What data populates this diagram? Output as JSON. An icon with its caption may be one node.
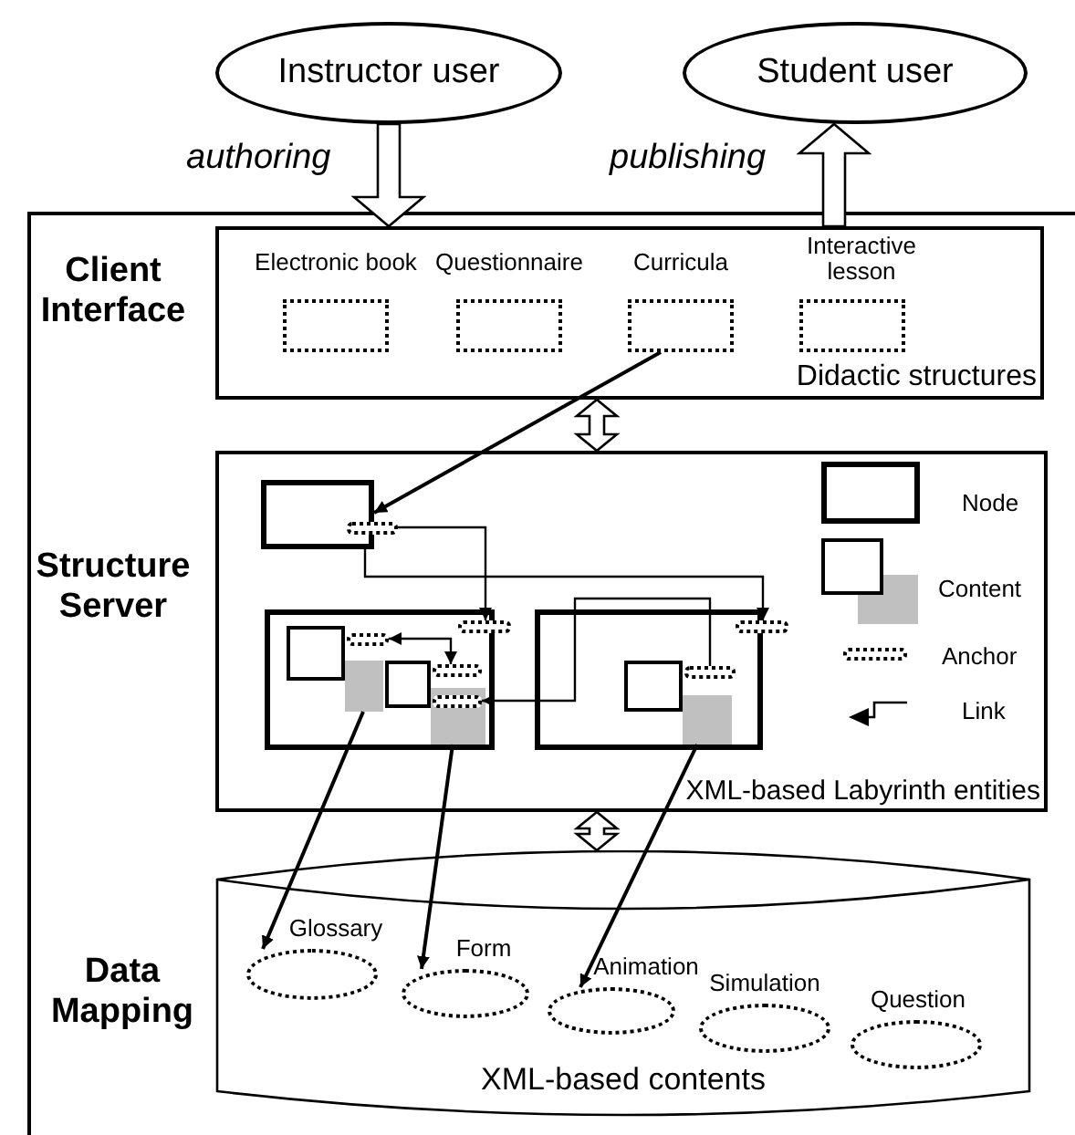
{
  "diagram": {
    "nodes": [
      {
        "text": [
          "Instructor user"
        ]
      },
      {
        "text": [
          "Student user"
        ]
      },
      {
        "text": [
          "Didactic structures"
        ]
      },
      {
        "text": [
          "Electronic book"
        ],
        "in": 2
      },
      {
        "text": [
          "Questionnaire"
        ],
        "in": 2
      },
      {
        "text": [
          "Curricula"
        ],
        "in": 2
      },
      {
        "text": [
          "Interactive lesson"
        ],
        "in": 2
      },
      {
        "text": [
          "XML-based Labyrinth entities"
        ]
      },
      {
        "text": [],
        "shape": "box",
        "in": 7
      },
      {
        "text": [],
        "shape": "box",
        "in": 7
      },
      {
        "text": [],
        "shape": "box",
        "in": 7
      },
      {
        "text": [],
        "shape": "box",
        "in": 10
      },
      {
        "text": [],
        "shape": "box",
        "in": 10
      },
      {
        "text": [],
        "shape": "box",
        "in": 10
      },
      {
        "text": [],
        "shape": "box",
        "in": 10
      },
      {
        "text": [],
        "shape": "box",
        "in": 10
      },
      {
        "text": [],
        "shape": "box",
        "in": 10
      },
      {
        "text": [],
        "shape": "box",
        "in": 15
      },
      {
        "text": [],
        "shape": "box",
        "in": 7
      },
      {
        "text": [],
        "shape": "box",
        "in": 7
      },
      {
        "text": [],
        "shape": "box",
        "in": 19
      },
      {
        "text": [],
        "shape": "box",
        "in": 19
      },
      {
        "text": [],
        "shape": "box",
        "in": 19
      },
      {
        "text": [],
        "shape": "box",
        "in": 7
      },
      {
        "text": [
          "XML-based contents"
        ]
      },
      {
        "text": [
          "Glossary"
        ],
        "in": 24
      },
      {
        "text": [
          "Form"
        ],
        "in": 24
      },
      {
        "text": [
          "Animation"
        ],
        "in": 24
      },
      {
        "text": [
          "Simulation"
        ],
        "in": 24
      },
      {
        "text": [
          "Question"
        ],
        "in": 24
      }
    ],
    "edges": [
      {
        "from": 0,
        "to": 2,
        "arrow": "to",
        "label": "authoring",
        "style": "thick"
      },
      {
        "from": 2,
        "to": 1,
        "arrow": "to",
        "label": "publishing",
        "style": "thick"
      },
      {
        "from": 2,
        "to": 7,
        "arrow": "both",
        "style": "thick"
      },
      {
        "from": 7,
        "to": 24,
        "arrow": "both",
        "style": "thick"
      },
      {
        "from": 5,
        "to": 8,
        "arrow": "to"
      },
      {
        "from": 9,
        "to": 18,
        "arrow": "to"
      },
      {
        "from": 8,
        "to": 23,
        "arrow": "to"
      },
      {
        "from": 13,
        "to": 16,
        "arrow": "both"
      },
      {
        "from": 22,
        "to": 17,
        "arrow": "to"
      },
      {
        "from": 12,
        "to": 25,
        "arrow": "to"
      },
      {
        "from": 15,
        "to": 26,
        "arrow": "to"
      },
      {
        "from": 21,
        "to": 27,
        "arrow": "to"
      }
    ],
    "labels": [
      "Client Interface",
      "Structure Server",
      "Data Mapping"
    ],
    "legend": [
      {
        "text": "Node"
      },
      {
        "text": "Content"
      },
      {
        "text": "Anchor"
      },
      {
        "text": "Link"
      }
    ]
  }
}
